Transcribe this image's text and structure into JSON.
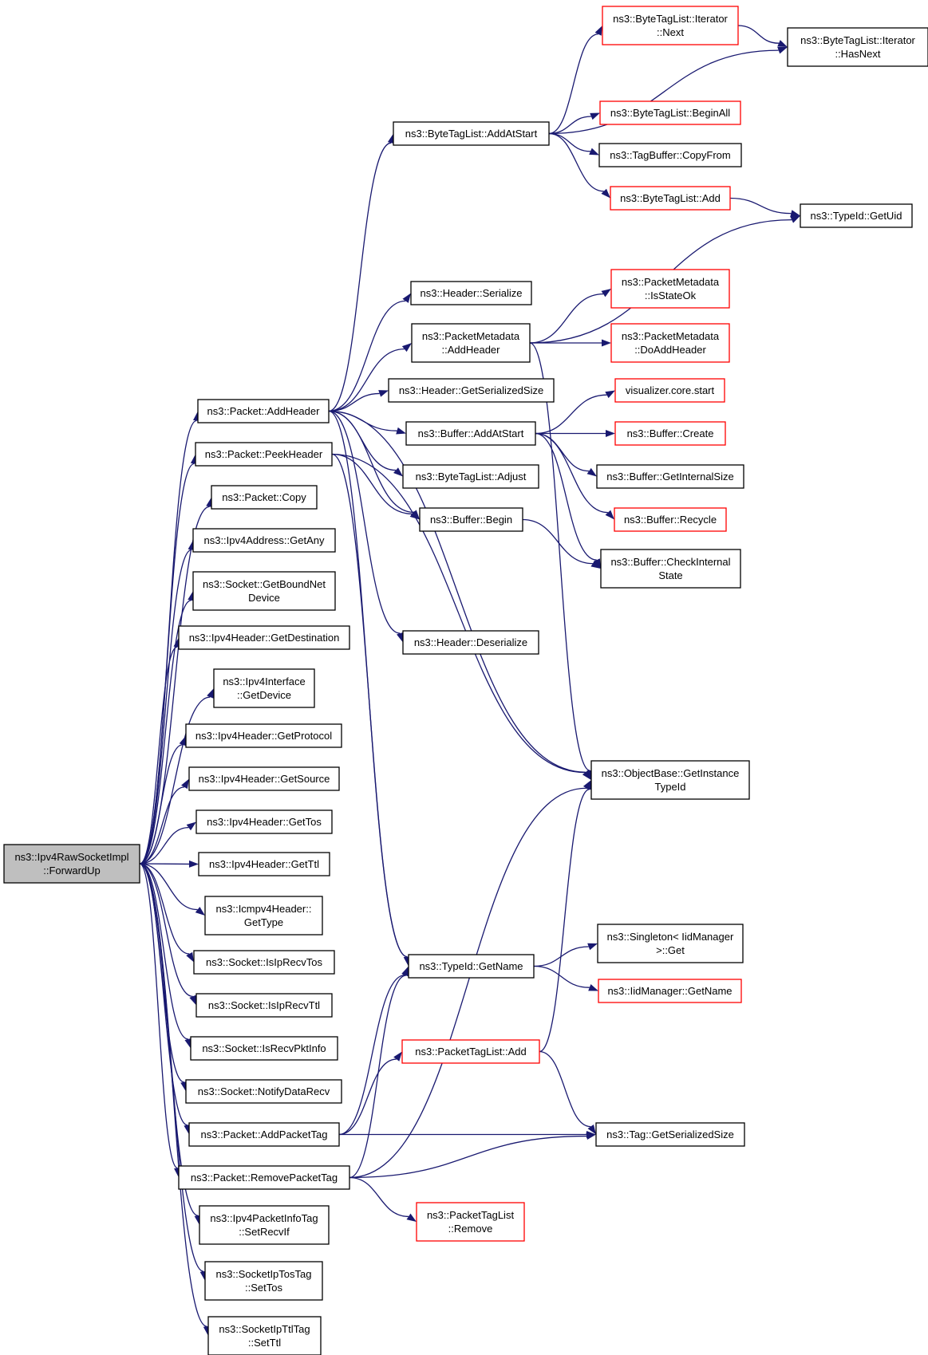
{
  "colors": {
    "edge": "#191970",
    "root_fill": "#bfbfbf",
    "external_border": "#ff0000",
    "border": "#000000",
    "background": "#ffffff"
  },
  "nodes": [
    {
      "id": "root",
      "lines": [
        "ns3::Ipv4RawSocketImpl",
        "::ForwardUp"
      ],
      "style": "root"
    },
    {
      "id": "addheader",
      "lines": [
        "ns3::Packet::AddHeader"
      ],
      "style": "normal"
    },
    {
      "id": "peekheader",
      "lines": [
        "ns3::Packet::PeekHeader"
      ],
      "style": "normal"
    },
    {
      "id": "copy",
      "lines": [
        "ns3::Packet::Copy"
      ],
      "style": "normal"
    },
    {
      "id": "getany",
      "lines": [
        "ns3::Ipv4Address::GetAny"
      ],
      "style": "normal"
    },
    {
      "id": "getboundnet",
      "lines": [
        "ns3::Socket::GetBoundNet",
        "Device"
      ],
      "style": "normal"
    },
    {
      "id": "getdest",
      "lines": [
        "ns3::Ipv4Header::GetDestination"
      ],
      "style": "normal"
    },
    {
      "id": "ifgetdevice",
      "lines": [
        "ns3::Ipv4Interface",
        "::GetDevice"
      ],
      "style": "normal"
    },
    {
      "id": "getprotocol",
      "lines": [
        "ns3::Ipv4Header::GetProtocol"
      ],
      "style": "normal"
    },
    {
      "id": "getsource",
      "lines": [
        "ns3::Ipv4Header::GetSource"
      ],
      "style": "normal"
    },
    {
      "id": "gettos",
      "lines": [
        "ns3::Ipv4Header::GetTos"
      ],
      "style": "normal"
    },
    {
      "id": "getttl",
      "lines": [
        "ns3::Ipv4Header::GetTtl"
      ],
      "style": "normal"
    },
    {
      "id": "icmpgettype",
      "lines": [
        "ns3::Icmpv4Header::",
        "GetType"
      ],
      "style": "normal"
    },
    {
      "id": "isiprecvtos",
      "lines": [
        "ns3::Socket::IsIpRecvTos"
      ],
      "style": "normal"
    },
    {
      "id": "isiprecvttl",
      "lines": [
        "ns3::Socket::IsIpRecvTtl"
      ],
      "style": "normal"
    },
    {
      "id": "isrecvpktinfo",
      "lines": [
        "ns3::Socket::IsRecvPktInfo"
      ],
      "style": "normal"
    },
    {
      "id": "notifydatarecv",
      "lines": [
        "ns3::Socket::NotifyDataRecv"
      ],
      "style": "normal"
    },
    {
      "id": "addpackettag",
      "lines": [
        "ns3::Packet::AddPacketTag"
      ],
      "style": "normal"
    },
    {
      "id": "removepackettag",
      "lines": [
        "ns3::Packet::RemovePacketTag"
      ],
      "style": "normal"
    },
    {
      "id": "setrecvif",
      "lines": [
        "ns3::Ipv4PacketInfoTag",
        "::SetRecvIf"
      ],
      "style": "normal"
    },
    {
      "id": "tostag",
      "lines": [
        "ns3::SocketIpTosTag",
        "::SetTos"
      ],
      "style": "normal"
    },
    {
      "id": "ttltag",
      "lines": [
        "ns3::SocketIpTtlTag",
        "::SetTtl"
      ],
      "style": "normal"
    },
    {
      "id": "btl_addatstart",
      "lines": [
        "ns3::ByteTagList::AddAtStart"
      ],
      "style": "normal"
    },
    {
      "id": "hdr_serialize",
      "lines": [
        "ns3::Header::Serialize"
      ],
      "style": "normal"
    },
    {
      "id": "pm_addheader",
      "lines": [
        "ns3::PacketMetadata",
        "::AddHeader"
      ],
      "style": "normal"
    },
    {
      "id": "hdr_getsersize",
      "lines": [
        "ns3::Header::GetSerializedSize"
      ],
      "style": "normal"
    },
    {
      "id": "buf_addatstart",
      "lines": [
        "ns3::Buffer::AddAtStart"
      ],
      "style": "normal"
    },
    {
      "id": "btl_adjust",
      "lines": [
        "ns3::ByteTagList::Adjust"
      ],
      "style": "normal"
    },
    {
      "id": "buf_begin",
      "lines": [
        "ns3::Buffer::Begin"
      ],
      "style": "normal"
    },
    {
      "id": "hdr_deserialize",
      "lines": [
        "ns3::Header::Deserialize"
      ],
      "style": "normal"
    },
    {
      "id": "typeid_getname",
      "lines": [
        "ns3::TypeId::GetName"
      ],
      "style": "normal"
    },
    {
      "id": "ptl_add",
      "lines": [
        "ns3::PacketTagList::Add"
      ],
      "style": "external"
    },
    {
      "id": "ptl_remove",
      "lines": [
        "ns3::PacketTagList",
        "::Remove"
      ],
      "style": "external"
    },
    {
      "id": "it_next",
      "lines": [
        "ns3::ByteTagList::Iterator",
        "::Next"
      ],
      "style": "external"
    },
    {
      "id": "it_hasnext",
      "lines": [
        "ns3::ByteTagList::Iterator",
        "::HasNext"
      ],
      "style": "normal"
    },
    {
      "id": "btl_beginall",
      "lines": [
        "ns3::ByteTagList::BeginAll"
      ],
      "style": "external"
    },
    {
      "id": "tb_copyfrom",
      "lines": [
        "ns3::TagBuffer::CopyFrom"
      ],
      "style": "normal"
    },
    {
      "id": "btl_add",
      "lines": [
        "ns3::ByteTagList::Add"
      ],
      "style": "external"
    },
    {
      "id": "typeid_getuid",
      "lines": [
        "ns3::TypeId::GetUid"
      ],
      "style": "normal"
    },
    {
      "id": "pm_isstateok",
      "lines": [
        "ns3::PacketMetadata",
        "::IsStateOk"
      ],
      "style": "external"
    },
    {
      "id": "pm_doaddheader",
      "lines": [
        "ns3::PacketMetadata",
        "::DoAddHeader"
      ],
      "style": "external"
    },
    {
      "id": "vis_start",
      "lines": [
        "visualizer.core.start"
      ],
      "style": "external"
    },
    {
      "id": "buf_create",
      "lines": [
        "ns3::Buffer::Create"
      ],
      "style": "external"
    },
    {
      "id": "buf_getinternalsize",
      "lines": [
        "ns3::Buffer::GetInternalSize"
      ],
      "style": "normal"
    },
    {
      "id": "buf_recycle",
      "lines": [
        "ns3::Buffer::Recycle"
      ],
      "style": "external"
    },
    {
      "id": "buf_checkinternal",
      "lines": [
        "ns3::Buffer::CheckInternal",
        "State"
      ],
      "style": "normal"
    },
    {
      "id": "ob_getinstancetypeid",
      "lines": [
        "ns3::ObjectBase::GetInstance",
        "TypeId"
      ],
      "style": "normal"
    },
    {
      "id": "singleton_get",
      "lines": [
        "ns3::Singleton< IidManager",
        ">::Get"
      ],
      "style": "normal"
    },
    {
      "id": "iid_getname",
      "lines": [
        "ns3::IidManager::GetName"
      ],
      "style": "external"
    },
    {
      "id": "tag_getsersize",
      "lines": [
        "ns3::Tag::GetSerializedSize"
      ],
      "style": "normal"
    }
  ],
  "edges": [
    [
      "root",
      "addheader"
    ],
    [
      "root",
      "peekheader"
    ],
    [
      "root",
      "copy"
    ],
    [
      "root",
      "getany"
    ],
    [
      "root",
      "getboundnet"
    ],
    [
      "root",
      "getdest"
    ],
    [
      "root",
      "ifgetdevice"
    ],
    [
      "root",
      "getprotocol"
    ],
    [
      "root",
      "getsource"
    ],
    [
      "root",
      "gettos"
    ],
    [
      "root",
      "getttl"
    ],
    [
      "root",
      "icmpgettype"
    ],
    [
      "root",
      "isiprecvtos"
    ],
    [
      "root",
      "isiprecvttl"
    ],
    [
      "root",
      "isrecvpktinfo"
    ],
    [
      "root",
      "notifydatarecv"
    ],
    [
      "root",
      "addpackettag"
    ],
    [
      "root",
      "removepackettag"
    ],
    [
      "root",
      "setrecvif"
    ],
    [
      "root",
      "tostag"
    ],
    [
      "root",
      "ttltag"
    ],
    [
      "addheader",
      "btl_addatstart"
    ],
    [
      "addheader",
      "hdr_serialize"
    ],
    [
      "addheader",
      "pm_addheader"
    ],
    [
      "addheader",
      "hdr_getsersize"
    ],
    [
      "addheader",
      "buf_addatstart"
    ],
    [
      "addheader",
      "btl_adjust"
    ],
    [
      "addheader",
      "buf_begin"
    ],
    [
      "addheader",
      "hdr_deserialize"
    ],
    [
      "addheader",
      "typeid_getname"
    ],
    [
      "addheader",
      "ob_getinstancetypeid"
    ],
    [
      "peekheader",
      "buf_begin"
    ],
    [
      "peekheader",
      "typeid_getname"
    ],
    [
      "peekheader",
      "ob_getinstancetypeid"
    ],
    [
      "btl_addatstart",
      "it_next"
    ],
    [
      "btl_addatstart",
      "it_hasnext"
    ],
    [
      "btl_addatstart",
      "btl_beginall"
    ],
    [
      "btl_addatstart",
      "tb_copyfrom"
    ],
    [
      "btl_addatstart",
      "btl_add"
    ],
    [
      "it_next",
      "it_hasnext"
    ],
    [
      "btl_add",
      "typeid_getuid"
    ],
    [
      "pm_addheader",
      "typeid_getuid"
    ],
    [
      "pm_addheader",
      "pm_isstateok"
    ],
    [
      "pm_addheader",
      "pm_doaddheader"
    ],
    [
      "pm_addheader",
      "ob_getinstancetypeid"
    ],
    [
      "buf_addatstart",
      "vis_start"
    ],
    [
      "buf_addatstart",
      "buf_create"
    ],
    [
      "buf_addatstart",
      "buf_getinternalsize"
    ],
    [
      "buf_addatstart",
      "buf_recycle"
    ],
    [
      "buf_addatstart",
      "buf_checkinternal"
    ],
    [
      "buf_begin",
      "buf_checkinternal"
    ],
    [
      "typeid_getname",
      "singleton_get"
    ],
    [
      "typeid_getname",
      "iid_getname"
    ],
    [
      "addpackettag",
      "typeid_getname"
    ],
    [
      "addpackettag",
      "ptl_add"
    ],
    [
      "addpackettag",
      "tag_getsersize"
    ],
    [
      "removepackettag",
      "typeid_getname"
    ],
    [
      "removepackettag",
      "ob_getinstancetypeid"
    ],
    [
      "removepackettag",
      "tag_getsersize"
    ],
    [
      "removepackettag",
      "ptl_remove"
    ],
    [
      "ptl_add",
      "ob_getinstancetypeid"
    ],
    [
      "ptl_add",
      "tag_getsersize"
    ]
  ]
}
